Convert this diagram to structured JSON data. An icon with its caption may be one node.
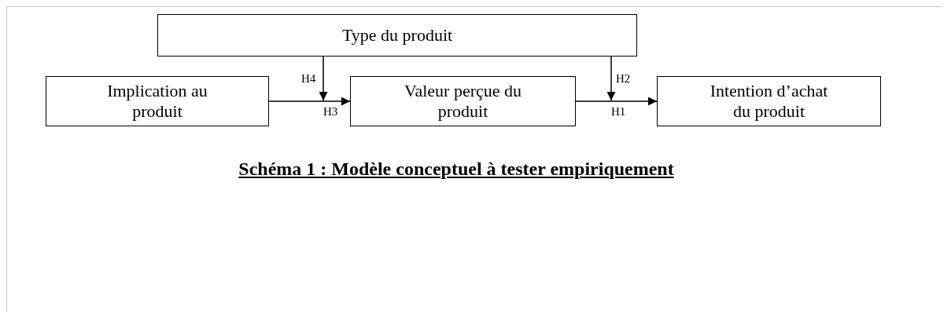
{
  "diagram": {
    "caption": "Schéma 1 : Modèle conceptuel à tester empiriquement",
    "nodes": [
      {
        "text": [
          "Type du produit"
        ]
      },
      {
        "text": [
          "Implication au produit"
        ]
      },
      {
        "text": [
          "Valeur perçue du produit"
        ]
      },
      {
        "text": [
          "Intention d’achat du produit"
        ]
      }
    ],
    "edges": [
      {
        "from": 1,
        "to": 2,
        "arrow": "to",
        "label": "H3"
      },
      {
        "from": 2,
        "to": 3,
        "arrow": "to",
        "label": "H1"
      },
      {
        "from": 0,
        "to": null,
        "arrow": "to",
        "label": "H4"
      },
      {
        "from": 0,
        "to": null,
        "arrow": "to",
        "label": "H2"
      }
    ]
  }
}
